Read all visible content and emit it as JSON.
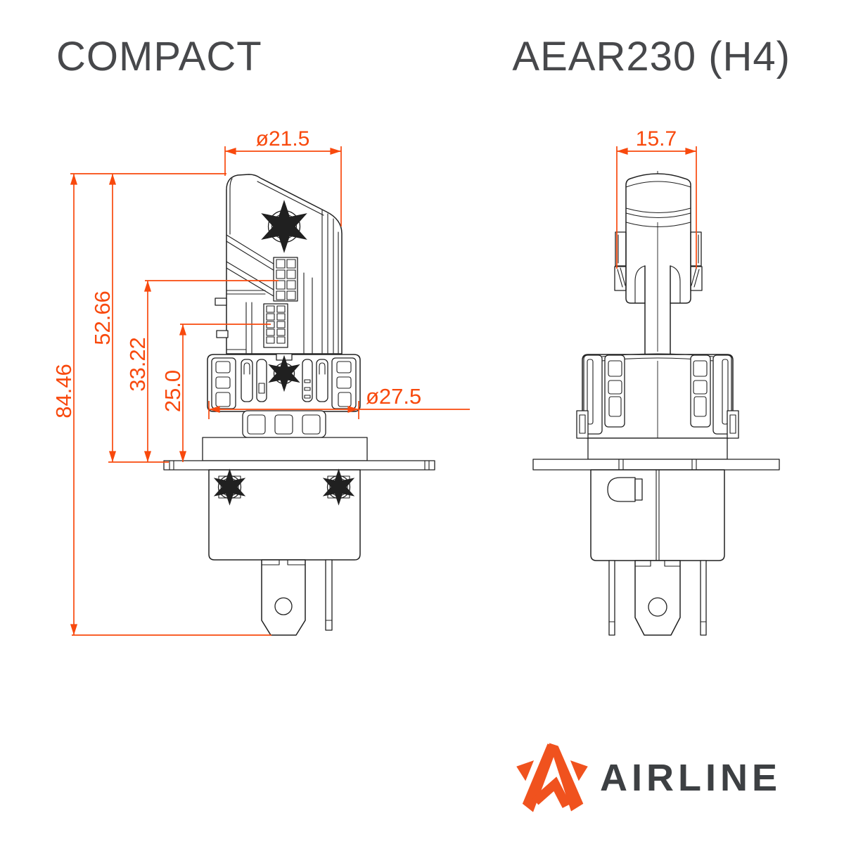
{
  "header": {
    "series": "COMPACT",
    "model": "AEAR230 (H4)"
  },
  "dimensions": {
    "front_top_diameter": "ø21.5",
    "front_total_height": "84.46",
    "front_upper_height": "52.66",
    "front_mid_height": "33.22",
    "front_lower_height": "25.0",
    "front_collar_diameter": "ø27.5",
    "side_top_width": "15.7"
  },
  "views": {
    "front": {
      "label": "front view of LED bulb"
    },
    "side": {
      "label": "side view of LED bulb"
    }
  },
  "logo": {
    "brand": "AIRLINE",
    "icon": "airline-star-icon"
  },
  "colors": {
    "dimension_accent": "#F8490D",
    "logo_accent": "#F0521E",
    "drawing_line": "#202020",
    "title_text": "#47484B",
    "logo_text": "#3D4043",
    "background": "#FFFFFF"
  }
}
